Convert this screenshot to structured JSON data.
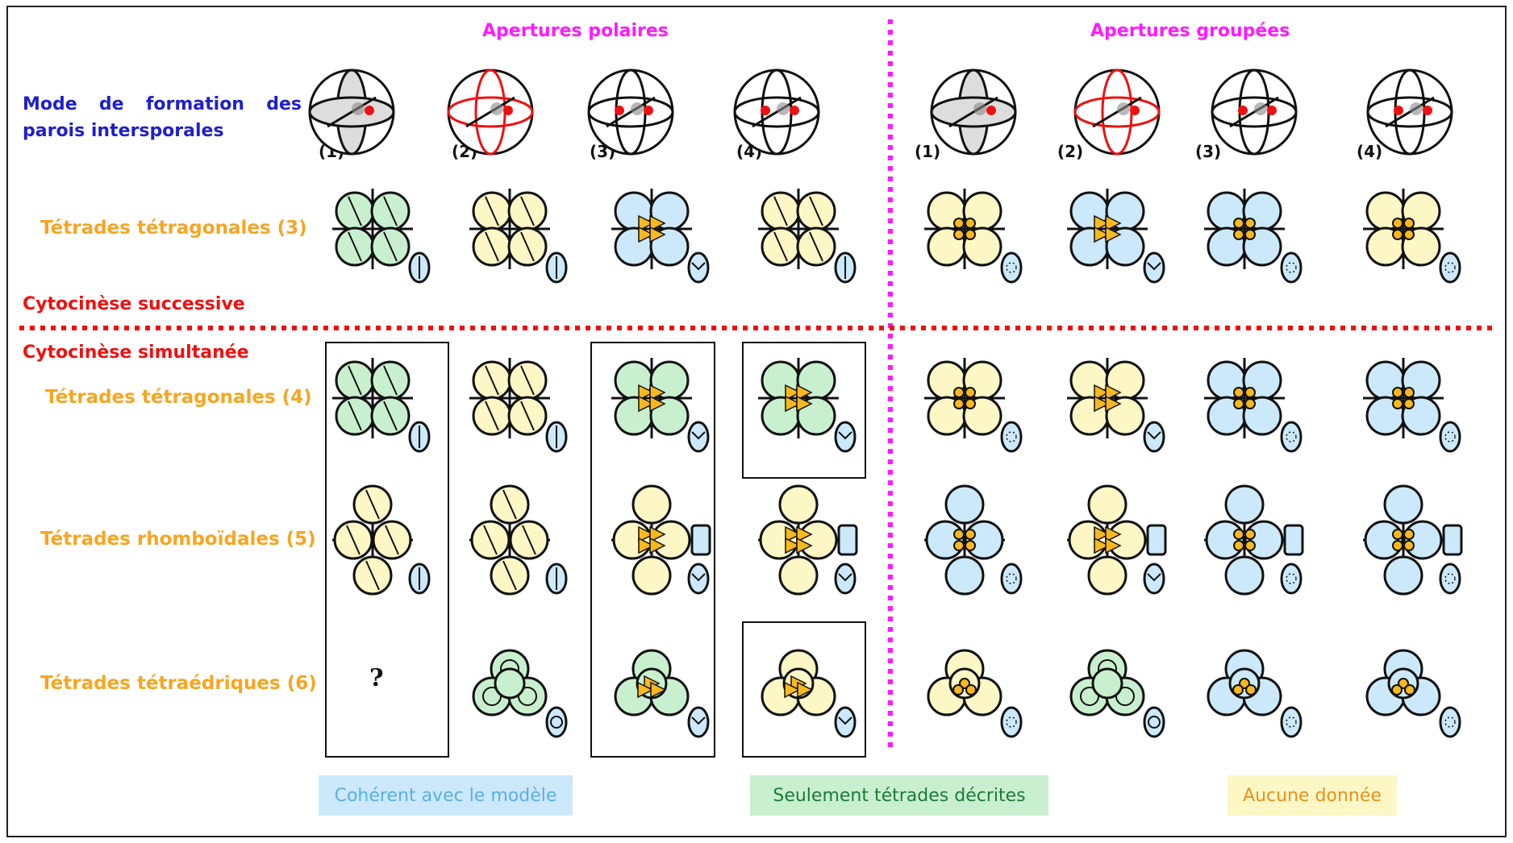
{
  "headers": {
    "polar": "Apertures polaires",
    "grouped": "Apertures groupées"
  },
  "mode": {
    "line1_w1": "Mode",
    "line1_w2": "de",
    "line1_w3": "formation",
    "line1_w4": "des",
    "line2": "parois intersporales"
  },
  "numbers": [
    "(1)",
    "(2)",
    "(3)",
    "(4)"
  ],
  "rows": {
    "tetragonal3": "Tétrades tétragonales (3)",
    "successive": "Cytocinèse successive",
    "simultaneous": "Cytocinèse simultanée",
    "tetragonal4": "Tétrades tétragonales (4)",
    "rhomboidal5": "Tétrades rhomboïdales (5)",
    "tetrahedral6": "Tétrades tétraédriques (6)"
  },
  "unknown_mark": "?",
  "legend": {
    "coherent": "Cohérent avec le modèle",
    "only_tetrads": "Seulement tétrades décrites",
    "no_data": "Aucune donnée"
  },
  "colors": {
    "blue": "#cbe9fb",
    "green": "#c8f0cf",
    "yellow": "#fdf7c6",
    "dark_green": "#2e8b57",
    "orange": "#f8b81f",
    "aperture_blue": "#52aee8",
    "red": "#ee1111",
    "magenta": "#ff1aff"
  }
}
